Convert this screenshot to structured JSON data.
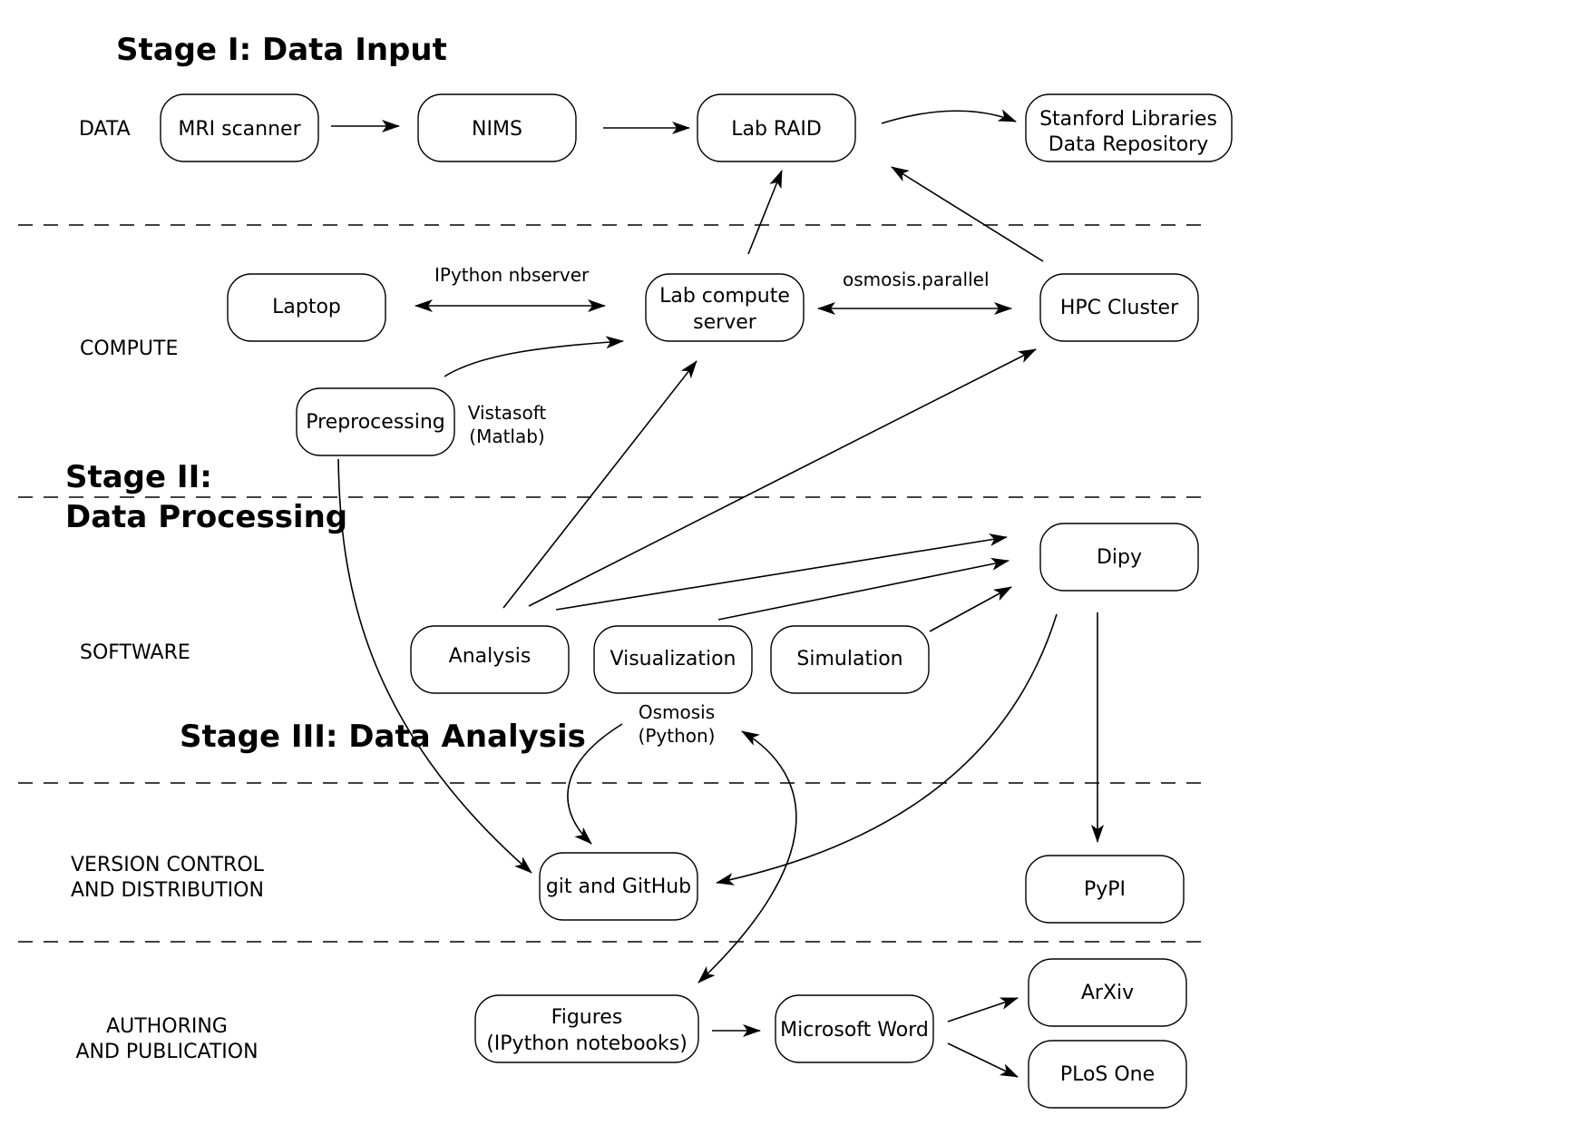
{
  "stages": {
    "stage1": "Stage I: Data Input",
    "stage2_line1": "Stage II:",
    "stage2_line2": "Data Processing",
    "stage3": "Stage III: Data Analysis"
  },
  "lanes": {
    "data": "DATA",
    "compute": "COMPUTE",
    "software": "SOFTWARE",
    "version_line1": "VERSION CONTROL",
    "version_line2": "AND DISTRIBUTION",
    "authoring_line1": "AUTHORING",
    "authoring_line2": "AND PUBLICATION"
  },
  "nodes": {
    "mri": "MRI scanner",
    "nims": "NIMS",
    "lab_raid": "Lab RAID",
    "stanford_line1": "Stanford Libraries",
    "stanford_line2": "Data Repository",
    "laptop": "Laptop",
    "lab_compute_line1": "Lab compute",
    "lab_compute_line2": "server",
    "hpc": "HPC Cluster",
    "preprocessing": "Preprocessing",
    "dipy": "Dipy",
    "analysis": "Analysis",
    "visualization": "Visualization",
    "simulation": "Simulation",
    "git": "git and GitHub",
    "pypi": "PyPI",
    "figures_line1": "Figures",
    "figures_line2": "(IPython notebooks)",
    "word": "Microsoft Word",
    "arxiv": "ArXiv",
    "plos": "PLoS One"
  },
  "notes": {
    "ipython_nbserver": "IPython nbserver",
    "osmosis_parallel": "osmosis.parallel",
    "vistasoft_line1": "Vistasoft",
    "vistasoft_line2": "(Matlab)",
    "osmosis_line1": "Osmosis",
    "osmosis_line2": "(Python)"
  }
}
